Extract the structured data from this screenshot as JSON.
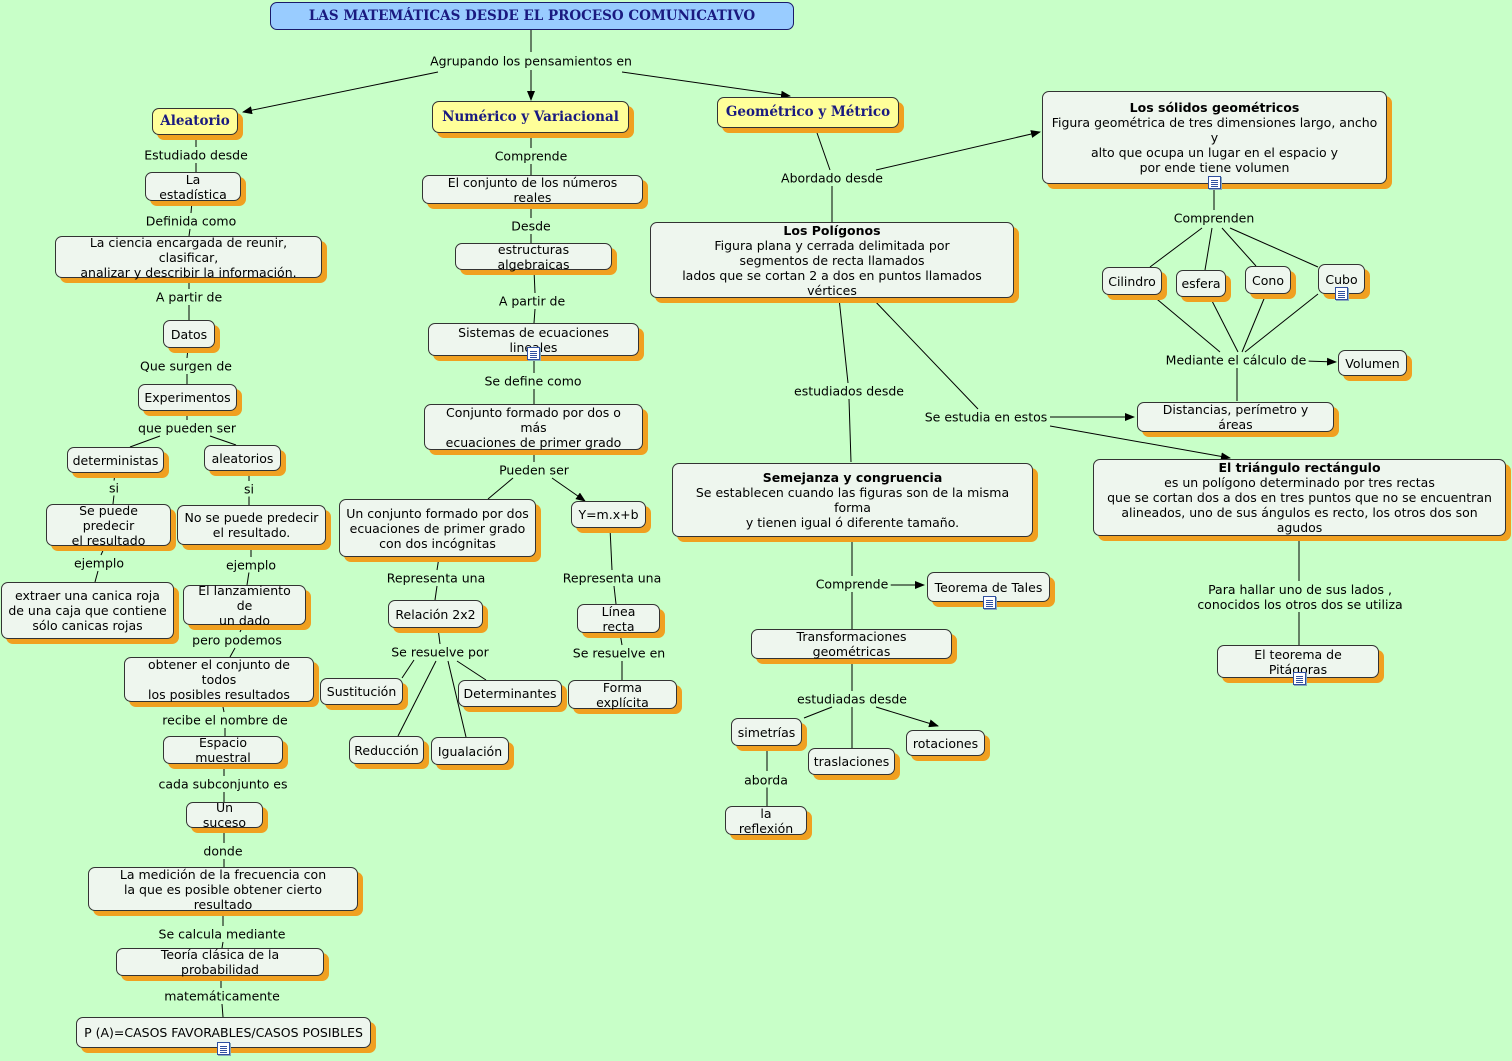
{
  "title": "LAS MATEMÁTICAS DESDE EL PROCESO COMUNICATIVO",
  "nodes": {
    "aleatorio": "Aleatorio",
    "numerico": "Numérico y Variacional",
    "geometrico": "Geométrico y Métrico",
    "estadistica": "La estadística",
    "ciencia": "La ciencia encargada de reunir, clasificar,\nanalizar y describir la información.",
    "datos": "Datos",
    "experimentos": "Experimentos",
    "deterministas": "deterministas",
    "aleatorios": "aleatorios",
    "predecir_si": "Se puede predecir\nel resultado",
    "predecir_no": "No se puede predecir\nel resultado.",
    "canica": "extraer una canica roja\nde una caja que contiene\nsólo canicas rojas",
    "dado": "El lanzamiento de\nun dado",
    "conjunto_todos": "obtener el conjunto de todos\nlos posibles resultados",
    "espacio": "Espacio muestral",
    "suceso": "Un suceso",
    "medicion": "La medición de la frecuencia con\nla que es posible obtener cierto resultado",
    "teoria": "Teoría clásica de la probabilidad",
    "formula": "P (A)=CASOS FAVORABLES/CASOS POSIBLES",
    "reales": "El conjunto de los números reales",
    "estructuras": "estructuras algebraicas",
    "sistemas": "Sistemas de ecuaciones lineales",
    "conjunto_formado": "Conjunto formado por dos o más\necuaciones de primer grado",
    "un_conjunto": "Un conjunto formado por dos\necuaciones de primer grado\ncon dos incógnitas",
    "ymx": "Y=m.x+b",
    "relacion": "Relación 2x2",
    "linea": "Línea recta",
    "sustitucion": "Sustitución",
    "determinantes": "Determinantes",
    "reduccion": "Reducción",
    "igualacion": "Igualación",
    "explicita": "Forma explícita",
    "poligonos_title": "Los Polígonos",
    "poligonos_body": "Figura plana y cerrada delimitada por\nsegmentos de recta llamados\nlados que se cortan 2 a dos en puntos llamados vértices",
    "solidos_title": "Los sólidos geométricos",
    "solidos_body": "Figura geométrica de tres dimensiones largo, ancho y\nalto que ocupa un lugar en el espacio y\npor ende tiene volumen",
    "cilindro": "Cilindro",
    "esfera": "esfera",
    "cono": "Cono",
    "cubo": "Cubo",
    "volumen": "Volumen",
    "distancias": "Distancias, perímetro y áreas",
    "semejanza_title": "Semejanza y congruencia",
    "semejanza_body": "Se establecen cuando las figuras son de la misma forma\ny tienen igual ó diferente tamaño.",
    "triangulo_title": "El triángulo rectángulo",
    "triangulo_body": "es un polígono determinado por tres rectas\nque se cortan dos a dos en tres puntos que no se encuentran\nalineados, uno de sus ángulos es recto, los otros dos son agudos",
    "tales": "Teorema de Tales",
    "transformaciones": "Transformaciones geométricas",
    "pitagoras": "El teorema de Pitágoras",
    "simetrias": "simetrías",
    "traslaciones": "traslaciones",
    "rotaciones": "rotaciones",
    "reflexion": "la reflexión"
  },
  "labels": {
    "agrupando": "Agrupando los pensamientos en",
    "estudiado_desde": "Estudiado desde",
    "definida_como": "Definida como",
    "a_partir_de_1": "A partir de",
    "que_surgen": "Que surgen de",
    "que_pueden": "que pueden ser",
    "si_1": "si",
    "si_2": "si",
    "ejemplo_1": "ejemplo",
    "ejemplo_2": "ejemplo",
    "pero_podemos": "pero podemos",
    "recibe": "recibe el nombre de",
    "cada_sub": "cada subconjunto es",
    "donde": "donde",
    "se_calcula": "Se calcula mediante",
    "matematicamente": "matemáticamente",
    "comprende_1": "Comprende",
    "desde": "Desde",
    "a_partir_de_2": "A partir de",
    "se_define": "Se define como",
    "pueden_ser": "Pueden ser",
    "representa_1": "Representa una",
    "representa_2": "Representa una",
    "se_resuelve_por": "Se resuelve por",
    "se_resuelve_en": "Se resuelve en",
    "abordado": "Abordado desde",
    "comprenden": "Comprenden",
    "mediante": "Mediante el cálculo de",
    "estudiados": "estudiados desde",
    "se_estudia": "Se estudia en estos",
    "comprende_2": "Comprende",
    "para_hallar": "Para hallar uno de sus lados ,\nconocidos los otros dos se utiliza",
    "estudiadas": "estudiadas desde",
    "aborda": "aborda"
  }
}
